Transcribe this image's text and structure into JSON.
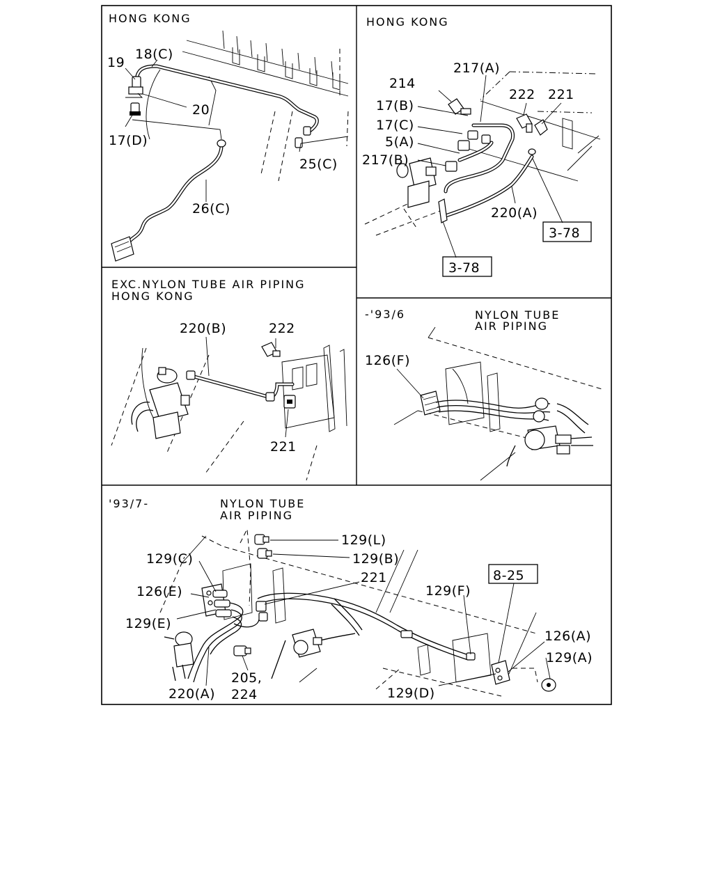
{
  "panels": {
    "p1": {
      "header": "HONG KONG",
      "labels": {
        "l19": "19",
        "l18c": "18(C)",
        "l20": "20",
        "l17d": "17(D)",
        "l25c": "25(C)",
        "l26c": "26(C)"
      }
    },
    "p2": {
      "header": "HONG KONG",
      "labels": {
        "l217a": "217(A)",
        "l214": "214",
        "l222": "222",
        "l221": "221",
        "l17b": "17(B)",
        "l17c": "17(C)",
        "l5a": "5(A)",
        "l217b": "217(B)",
        "l220a": "220(A)",
        "ref1": "3-78",
        "ref2": "3-78"
      }
    },
    "p3": {
      "header_line1": "EXC.NYLON TUBE AIR PIPING",
      "header_line2": "HONG KONG",
      "labels": {
        "l220b": "220(B)",
        "l222": "222",
        "l221": "221"
      }
    },
    "p4": {
      "date": "-'93/6",
      "header_line1": "NYLON TUBE",
      "header_line2": "AIR PIPING",
      "labels": {
        "l126f": "126(F)"
      }
    },
    "p5": {
      "date": "'93/7-",
      "header_line1": "NYLON TUBE",
      "header_line2": "AIR PIPING",
      "labels": {
        "l129l": "129(L)",
        "l129b": "129(B)",
        "l129c": "129(C)",
        "l221": "221",
        "l126e": "126(E)",
        "l129f": "129(F)",
        "ref": "8-25",
        "l129e": "129(E)",
        "l126a": "126(A)",
        "l129a": "129(A)",
        "l205": "205,",
        "l224": "224",
        "l220a": "220(A)",
        "l129d": "129(D)"
      }
    }
  }
}
